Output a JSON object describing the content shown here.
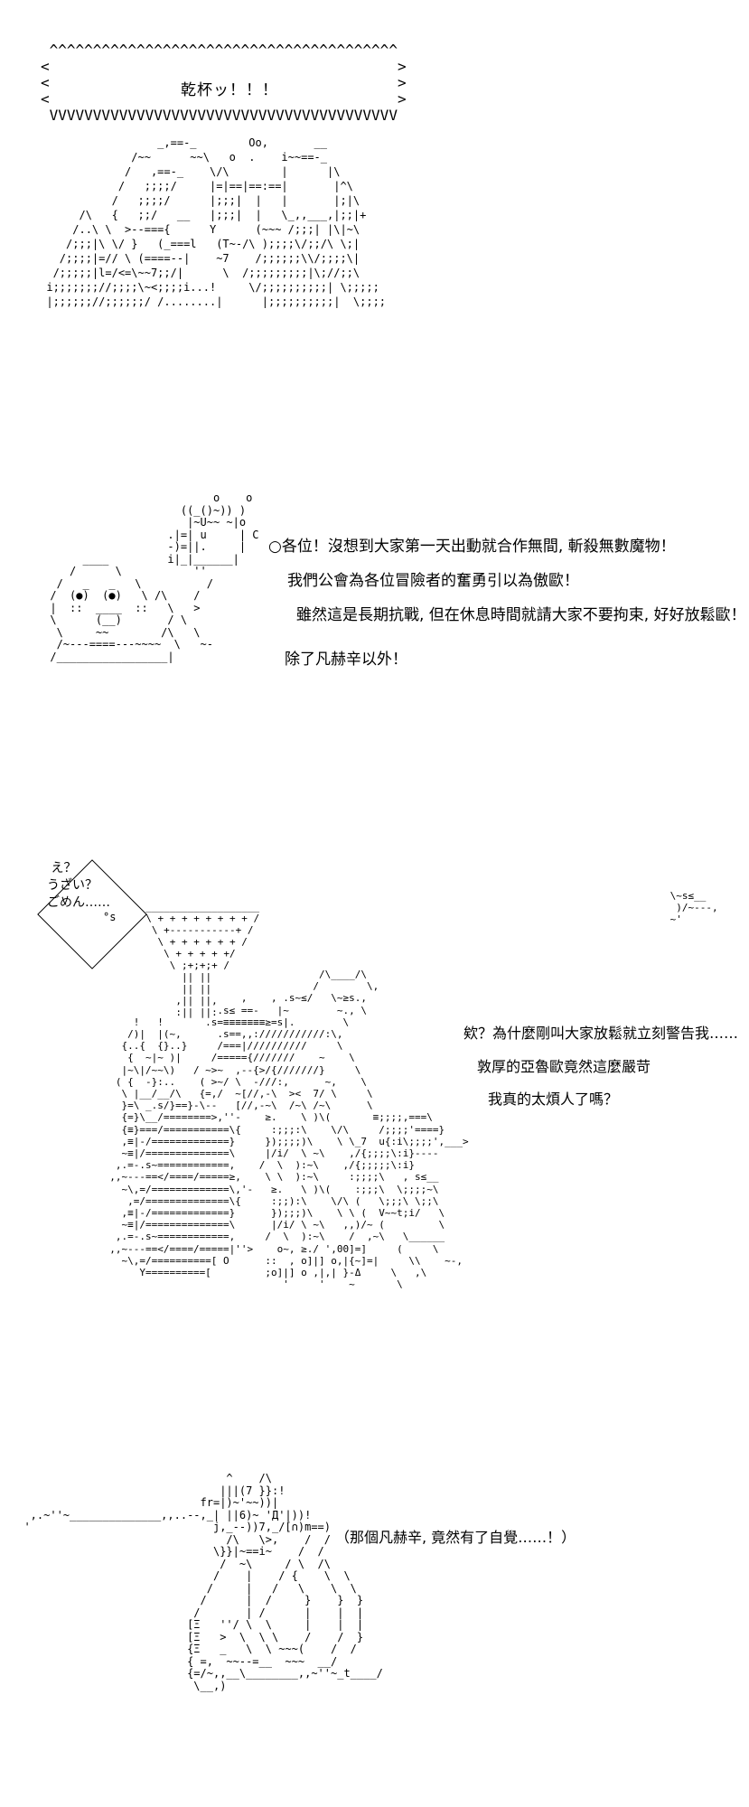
{
  "banner": {
    "frame": [
      " ^^^^^^^^^^^^^^^^^^^^^^^^^^^^^^^^^^^^^^^^",
      "<                                        >",
      "<                                        >",
      "<                                        >",
      " VVVVVVVVVVVVVVVVVVVVVVVVVVVVVVVVVVVVVVVV"
    ],
    "text": "乾杯ッ！！！"
  },
  "scene1": {
    "aa": [
      "                       _,==-_        Oo,       __",
      "                   /~~      ~~\\   o  .    i~~==-_",
      "                  /   ,==-_    \\/\\        |      |\\",
      "                 /   ;;;;/     |=|==|==:==|       |^\\",
      "                /   ;;;;/      |;;;|  |   |       |;|\\",
      "           /\\   {   ;;/   __   |;;;|  |   \\_,,___,|;;|+",
      "          /..\\ \\  >--==={      Y      (~~~ /;;;| |\\|~\\",
      "         /;;;|\\ \\/ }   (_===l   (T~-/\\ );;;;\\/;;/\\ \\;|",
      "        /;;;;|=// \\ (====--|    ~7    /;;;;;;\\\\/;;;;\\|",
      "       /;;;;;|l=/<=\\~~7;;/|      \\  /;;;;;;;;;|\\;//;;\\",
      "      i;;;;;;;//;;;;\\~<;;;;i...!     \\/;;;;;;;;;;| \\;;;;;",
      "      |;;;;;;//;;;;;;/ /........|      |;;;;;;;;;;|  \\;;;;"
    ]
  },
  "scene2": {
    "aa": [
      "                               o    o",
      "                          ((_()~)) )",
      "                           |~U~~ ~|o",
      "                        .|=| u     | C",
      "                        -)=||.     |",
      "           ____         i|_|______|",
      "         /      \\           ''",
      "       /   _   _   \\          /",
      "      /  (●)  (●)   \\ /\\    /",
      "      |  ::  ____  ::   \\   >",
      "      \\      (__)       / \\",
      "       \\     ~~        /\\   \\",
      "       /~---====---~~~~  \\   ~-",
      "      /_________________|"
    ],
    "dialogue": [
      "○各位！沒想到大家第一天出動就合作無間, 斬殺無數魔物！",
      "我們公會為各位冒險者的奮勇引以為傲歐！",
      "雖然這是長期抗戰, 但在休息時間就請大家不要拘束, 好好放鬆歐！",
      "除了凡赫辛以外！"
    ]
  },
  "scene3": {
    "sign_lines": [
      " え？",
      "うざい？",
      "ごめん……"
    ],
    "marker": "°s",
    "wisp_aa": [
      " \\~s≤__",
      "  )/~---,",
      " ~'"
    ],
    "glass_aa": [
      "  ___________________",
      "  \\ + + + + + + + + /",
      "   \\ +-----------+ /",
      "    \\ + + + + + + /",
      "     \\ + + + + +/",
      "      \\ ;+;+;+ /",
      "        || ||",
      "        || ||",
      "       ,|| ||,",
      "       :|| ||:"
    ],
    "aa": [
      "                                             /\\____/\\",
      "                                            /        \\,",
      "                                ,    , .s~≤/   \\~≥s.,",
      "                            .s≤ ==-   |~        ~., \\",
      "              !   !       .s=≡≡≡≡≡≡≡≥=s|.        \\",
      "             /)|  |(~,      .s==,,:///////////:\\,",
      "            {..{  {}..}     /===|//////////     \\",
      "             {  ~|~ )|     /====={///////    ~    \\",
      "            |~\\|/~~\\)   / ~>~  ,--{>/{///////}     \\",
      "           ( {  -}:..    ( >~/ \\  -///:,      ~,    \\",
      "            \\ |__/__/\\   {=,/  ~[//,-\\  ><  7/ \\     \\",
      "            }=\\ _.s/}==}-\\--   [//,-~\\  /~\\ /~\\      \\",
      "            {=}\\__/========>,''-    ≥.    \\ )\\(       ≡;;;;,===\\",
      "            {≡}===/===========\\{     :;;;:\\    \\/\\     /;;;;'====}",
      "            ,≡|-/=============}     });;;;)\\    \\ \\_7  u{:i\\;;;;',___>",
      "            ~≡|/==============\\     |/i/  \\ ~\\    ,/{;;;;\\:i}----",
      "           ,.=-.s~============,    /  \\  ):~\\    ,/{;;;;;\\:i}",
      "          ,,~---==</====/=====≥,    \\ \\  ):~\\     :;;;;\\   , s≤__",
      "            ~\\,=/=============\\,'-   ≥.   \\ )\\(    :;;;\\  \\;;;;~\\",
      "             ,=/==============\\{     :;;):\\    \\/\\ (   \\;;;\\ \\;;\\",
      "            ,≡|-/=============}      });;;)\\    \\ \\ (  V~~t;i/   \\",
      "            ~≡|/==============\\      |/i/ \\ ~\\   ,,)/~ (         \\",
      "           ,.=-.s~============,     /  \\  ):~\\    /  ,~\\   \\______",
      "          ,,~---==</====/=====|''>    o~, ≥./ ',00]=]     (     \\",
      "            ~\\,=/==========[ O      ::  , o]|] o,|{~]=|     \\\\    ~-,",
      "               Y==========[         ;o]|] o ,|,| }-Δ     \\   ,\\",
      "                                       '     '    ~       \\",
      ""
    ],
    "dialogue": [
      "欸？為什麼剛叫大家放鬆就立刻警告我……",
      "敦厚的亞魯歐竟然這麼嚴苛",
      "我真的太煩人了嗎？"
    ]
  },
  "scene4": {
    "aa": [
      "                                 ^    /\\",
      "                                |||(7 }}:!",
      "                             fr=|)~'~~))|",
      "   ,.~''~______________,,..--,_| ||6)~ 'Д'|))!",
      "  '                            j,_--))7,_/[∩)m==)",
      "                                 /\\   \\>,    /  /",
      "                               \\}}|~==i~    /  /",
      "                                /  ~\\     / \\  /\\",
      "                               /    |    / {    \\  \\",
      "                              /     |   /   \\    \\  \\",
      "                             /      |  /     }    }  }",
      "                            /       | /      |    |  |",
      "                           [Ξ   ''/ \\  \\     |    |  |",
      "                           [Ξ   >  \\  \\ \\    /    /  }",
      "                           {Ξ   _   \\  \\ ~~~(    /  /",
      "                           { =,  ~~--=__  ~~~  __/",
      "                           {=/~,,__\\________,,~''~_t____/",
      "                            \\__,)"
    ],
    "caption": "（那個凡赫辛, 竟然有了自覺……！）"
  }
}
